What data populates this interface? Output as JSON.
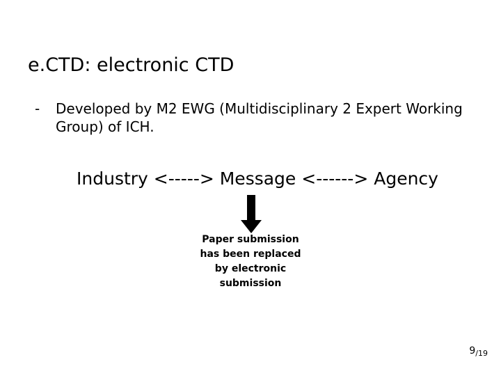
{
  "slide": {
    "title": "e.CTD: electronic CTD",
    "bullet": {
      "marker": "-",
      "text": "Developed by M2 EWG (Multidisciplinary 2 Expert Working Group) of ICH."
    },
    "flow": {
      "line": "Industry <-----> Message <------> Agency",
      "left_node": "Industry",
      "middle_node": "Message",
      "right_node": "Agency",
      "left_connector": "<----->",
      "right_connector": "<------>"
    },
    "arrow": {
      "name": "down-arrow",
      "direction": "down",
      "color": "#000000"
    },
    "caption": "Paper submission has been replaced by electronic submission",
    "caption_lines": [
      "Paper submission",
      "has been replaced",
      "by electronic",
      "submission"
    ],
    "footer": {
      "current_page": "9",
      "separator": "/",
      "total_pages": "19"
    }
  }
}
